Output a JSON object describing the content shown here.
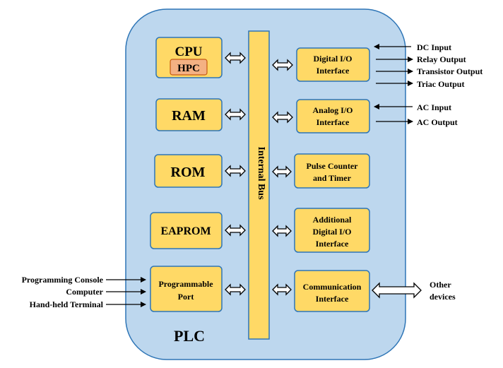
{
  "plc_label": "PLC",
  "bus_label": "Internal Bus",
  "left_modules": {
    "cpu": "CPU",
    "hpc": "HPC",
    "ram": "RAM",
    "rom": "ROM",
    "eaprom": "EAPROM",
    "programmable_port": [
      "Programmable",
      "Port"
    ]
  },
  "right_modules": {
    "digital_io": [
      "Digital I/O",
      "Interface"
    ],
    "analog_io": [
      "Analog I/O",
      "Interface"
    ],
    "pulse_counter": [
      "Pulse Counter",
      "and Timer"
    ],
    "additional_digital_io": [
      "Additional",
      "Digital I/O",
      "Interface"
    ],
    "communication": [
      "Communication",
      "Interface"
    ]
  },
  "digital_io_signals": [
    "DC Input",
    "Relay Output",
    "Transistor Output",
    "Triac Output"
  ],
  "analog_io_signals": [
    "AC Input",
    "AC Output"
  ],
  "port_inputs": [
    "Programming Console",
    "Computer",
    "Hand-held Terminal"
  ],
  "external_devices": [
    "Other",
    "devices"
  ],
  "colors": {
    "plc_background": "#bdd7ee",
    "plc_border": "#2e75b6",
    "module_fill": "#ffd966",
    "module_border": "#2e75b6",
    "hpc_fill": "#f4b183",
    "hpc_border": "#c55a11"
  }
}
